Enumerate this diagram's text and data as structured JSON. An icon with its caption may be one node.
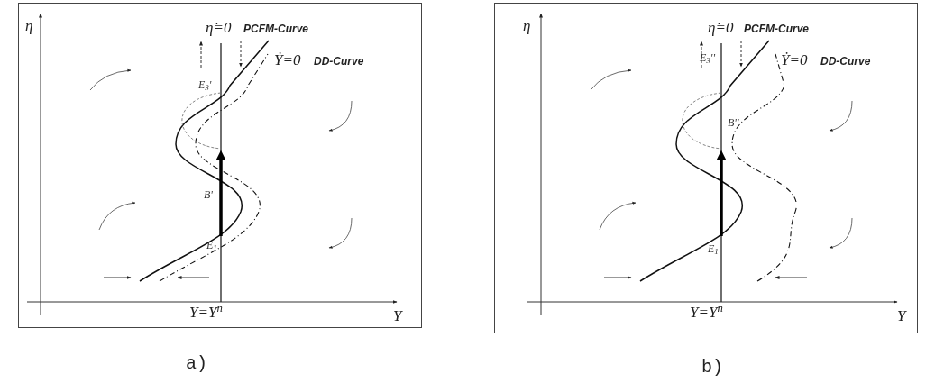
{
  "diagram": {
    "labels": [
      "η",
      "η̇=0",
      "PCFM-Curve",
      "Ẏ=0",
      "DD-Curve",
      "E$_{3}$'",
      "B'",
      "E$_{1}$",
      "Y=Y$^{n}$",
      "Y",
      "a)",
      "η",
      "η̇=0",
      "PCFM-Curve",
      "E$_{3}$''",
      "Ẏ=0",
      "DD-Curve",
      "B''",
      "E$_{1}$",
      "Y=Y$^{n}$",
      "Y",
      "b)"
    ]
  }
}
